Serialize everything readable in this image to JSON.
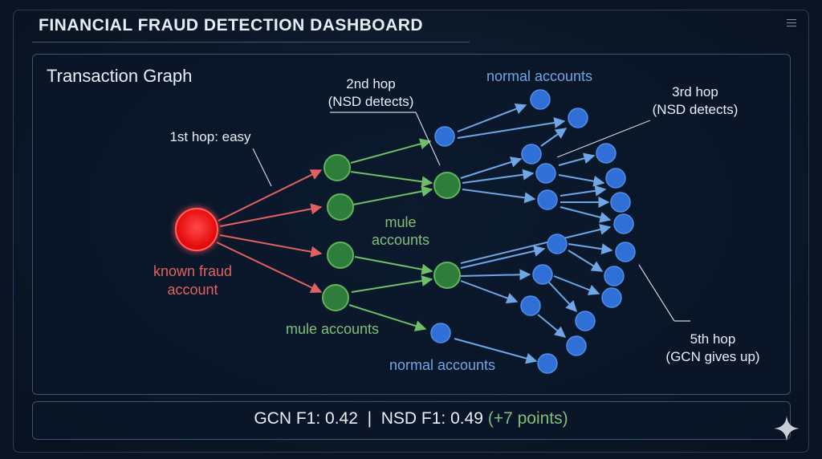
{
  "header": {
    "title": "FINANCIAL FRAUD DETECTION DASHBOARD"
  },
  "panel": {
    "title": "Transaction Graph"
  },
  "annotations": {
    "hop1": "1st hop: easy",
    "hop2_line1": "2nd hop",
    "hop2_line2": "(NSD detects)",
    "hop3_line1": "3rd hop",
    "hop3_line2": "(NSD detects)",
    "hop5_line1": "5th hop",
    "hop5_line2": "(GCN gives up)"
  },
  "node_labels": {
    "fraud_line1": "known fraud",
    "fraud_line2": "account",
    "mule_top_line1": "mule",
    "mule_top_line2": "accounts",
    "mule_bottom": "mule accounts",
    "normal_top": "normal accounts",
    "normal_bottom": "normal accounts"
  },
  "footer": {
    "gcn": "GCN F1: 0.42",
    "separator": "|",
    "nsd": "NSD F1: 0.49",
    "gain": "(+7 points)"
  },
  "colors": {
    "fraud": "#ff1a1a",
    "mule": "#2e7d3a",
    "mule_edge": "#6fbf6a",
    "fraud_edge": "#e0625f",
    "normal": "#2f6fd6",
    "normal_edge": "#6fa6e6"
  }
}
